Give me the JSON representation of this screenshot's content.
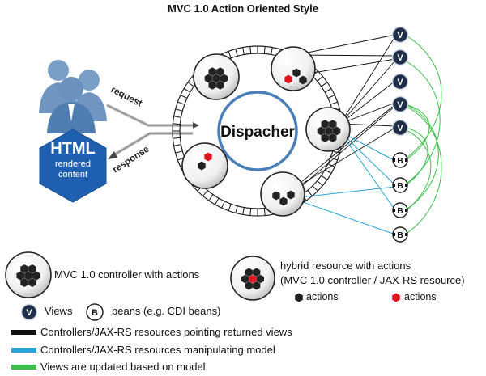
{
  "title": "MVC 1.0  Action Oriented Style",
  "client": {
    "html_label": "HTML",
    "html_sub1": "rendered",
    "html_sub2": "content",
    "request_label": "request",
    "response_label": "response"
  },
  "dispatcher_label": "Dispacher",
  "views": [
    "V",
    "V",
    "V",
    "V",
    "V"
  ],
  "beans": [
    "B",
    "B",
    "B",
    "B"
  ],
  "legend": {
    "controller": "MVC 1.0 controller with actions",
    "hybrid_line1": "hybrid resource with actions",
    "hybrid_line2": "(MVC 1.0 controller / JAX-RS resource)",
    "actions_black": "actions",
    "actions_red": "actions",
    "views": "Views",
    "beans": "beans (e.g. CDI beans)",
    "line_black": "Controllers/JAX-RS resources pointing returned views",
    "line_blue": "Controllers/JAX-RS resources manipulating model",
    "line_green": "Views are updated based on model",
    "view_glyph": "V",
    "bean_glyph": "B"
  },
  "colors": {
    "black_line": "#111111",
    "blue_line": "#2aa3d8",
    "green_line": "#3cbf4a",
    "dispatcher_ring": "#4a7fb8",
    "html_hex": "#1f5fb0",
    "people": "#5b87b8",
    "action_red": "#e0141e"
  }
}
